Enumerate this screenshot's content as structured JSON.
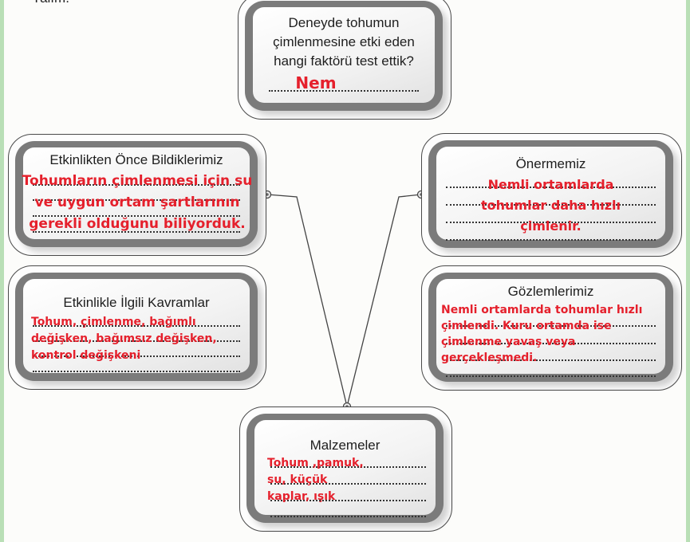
{
  "page": {
    "cut_text": "Yalım."
  },
  "boxes": {
    "question": {
      "title": "Deneyde tohumun çimlenmesine etki eden hangi faktörü test ettik?",
      "answer": "Nem"
    },
    "prior": {
      "title": "Etkinlikten Önce Bildiklerimiz",
      "answer": "Tohumların çimlenmesi için su ve uygun ortam şartlarının gerekli olduğunu biliyorduk."
    },
    "concepts": {
      "title": "Etkinlikle İlgili Kavramlar",
      "answer": "Tohum, çimlenme, bağımlı değişken, bağımsız değişken, kontrol değişkeni"
    },
    "hypothesis": {
      "title": "Önermemiz",
      "answer": "Nemli ortamlarda tohumlar daha hızlı çimlenir."
    },
    "observations": {
      "title": "Gözlemlerimiz",
      "answer": "Nemli ortamlarda tohumlar hızlı çimlendi. Kuru ortamda ise çimlenme yavaş veya gerçekleşmedi."
    },
    "materials": {
      "title": "Malzemeler",
      "answer": "Tohum ,pamuk, su, küçük kaplar, ışık"
    }
  },
  "colors": {
    "answer": "#e5202c",
    "frame": "#7b7b7b",
    "edge": "#b9dfb6"
  }
}
